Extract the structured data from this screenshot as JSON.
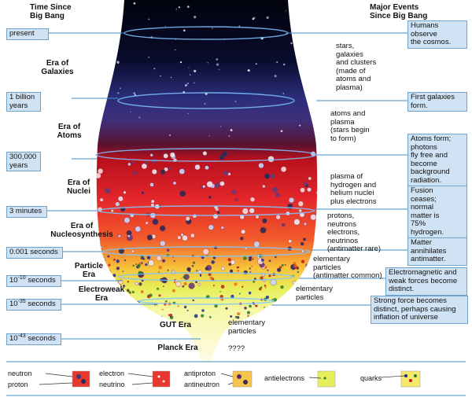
{
  "headers": {
    "time_since_big_bang": "Time Since\nBig Bang",
    "major_events": "Major Events\nSince Big Bang"
  },
  "times": [
    {
      "label": "present"
    },
    {
      "label": "1 billion\nyears"
    },
    {
      "label": "300,000\nyears"
    },
    {
      "label": "3 minutes"
    },
    {
      "label": "0.001 seconds"
    },
    {
      "base": "10",
      "exp": "-10",
      "unit": " seconds"
    },
    {
      "base": "10",
      "exp": "-35",
      "unit": " seconds"
    },
    {
      "base": "10",
      "exp": "-43",
      "unit": " seconds"
    }
  ],
  "eras": [
    "Era of\nGalaxies",
    "Era of\nAtoms",
    "Era of\nNuclei",
    "Era of\nNucleosynthesis",
    "Particle\nEra",
    "Electroweak\nEra",
    "GUT Era",
    "Planck Era"
  ],
  "contents": [
    "stars,\ngalaxies\nand clusters\n(made of\natoms and\nplasma)",
    "atoms and\nplasma\n(stars begin\nto form)",
    "plasma of\nhydrogen and\nhelium nuclei\nplus electrons",
    "protons,\nneutrons\nelectrons,\nneutrinos\n(antimatter rare)",
    "elementary\nparticles\n(antimatter common)",
    "elementary\nparticles",
    "elementary\nparticles",
    "????"
  ],
  "events": [
    "Humans\nobserve\nthe cosmos.",
    "First galaxies\nform.",
    "Atoms form;\nphotons\nfly free and\nbecome\nbackground\nradiation.",
    "Fusion\nceases;\nnormal\nmatter is\n75%\nhydrogen.",
    "Matter\nannihilates\nantimatter.",
    "Electromagnetic and\nweak forces become\ndistinct.",
    "Strong force becomes\ndistinct, perhaps causing\ninflation of universe"
  ],
  "legend": {
    "neutron": "neutron",
    "proton": "proton",
    "electron": "electron",
    "neutrino": "neutrino",
    "antiproton": "antiproton",
    "antineutron": "antineutron",
    "antielectrons": "antielectrons",
    "quarks": "quarks"
  },
  "colors": {
    "box_fill": "#cfe3f4",
    "box_border": "#6fa3cc",
    "line": "#3f8fc9"
  }
}
